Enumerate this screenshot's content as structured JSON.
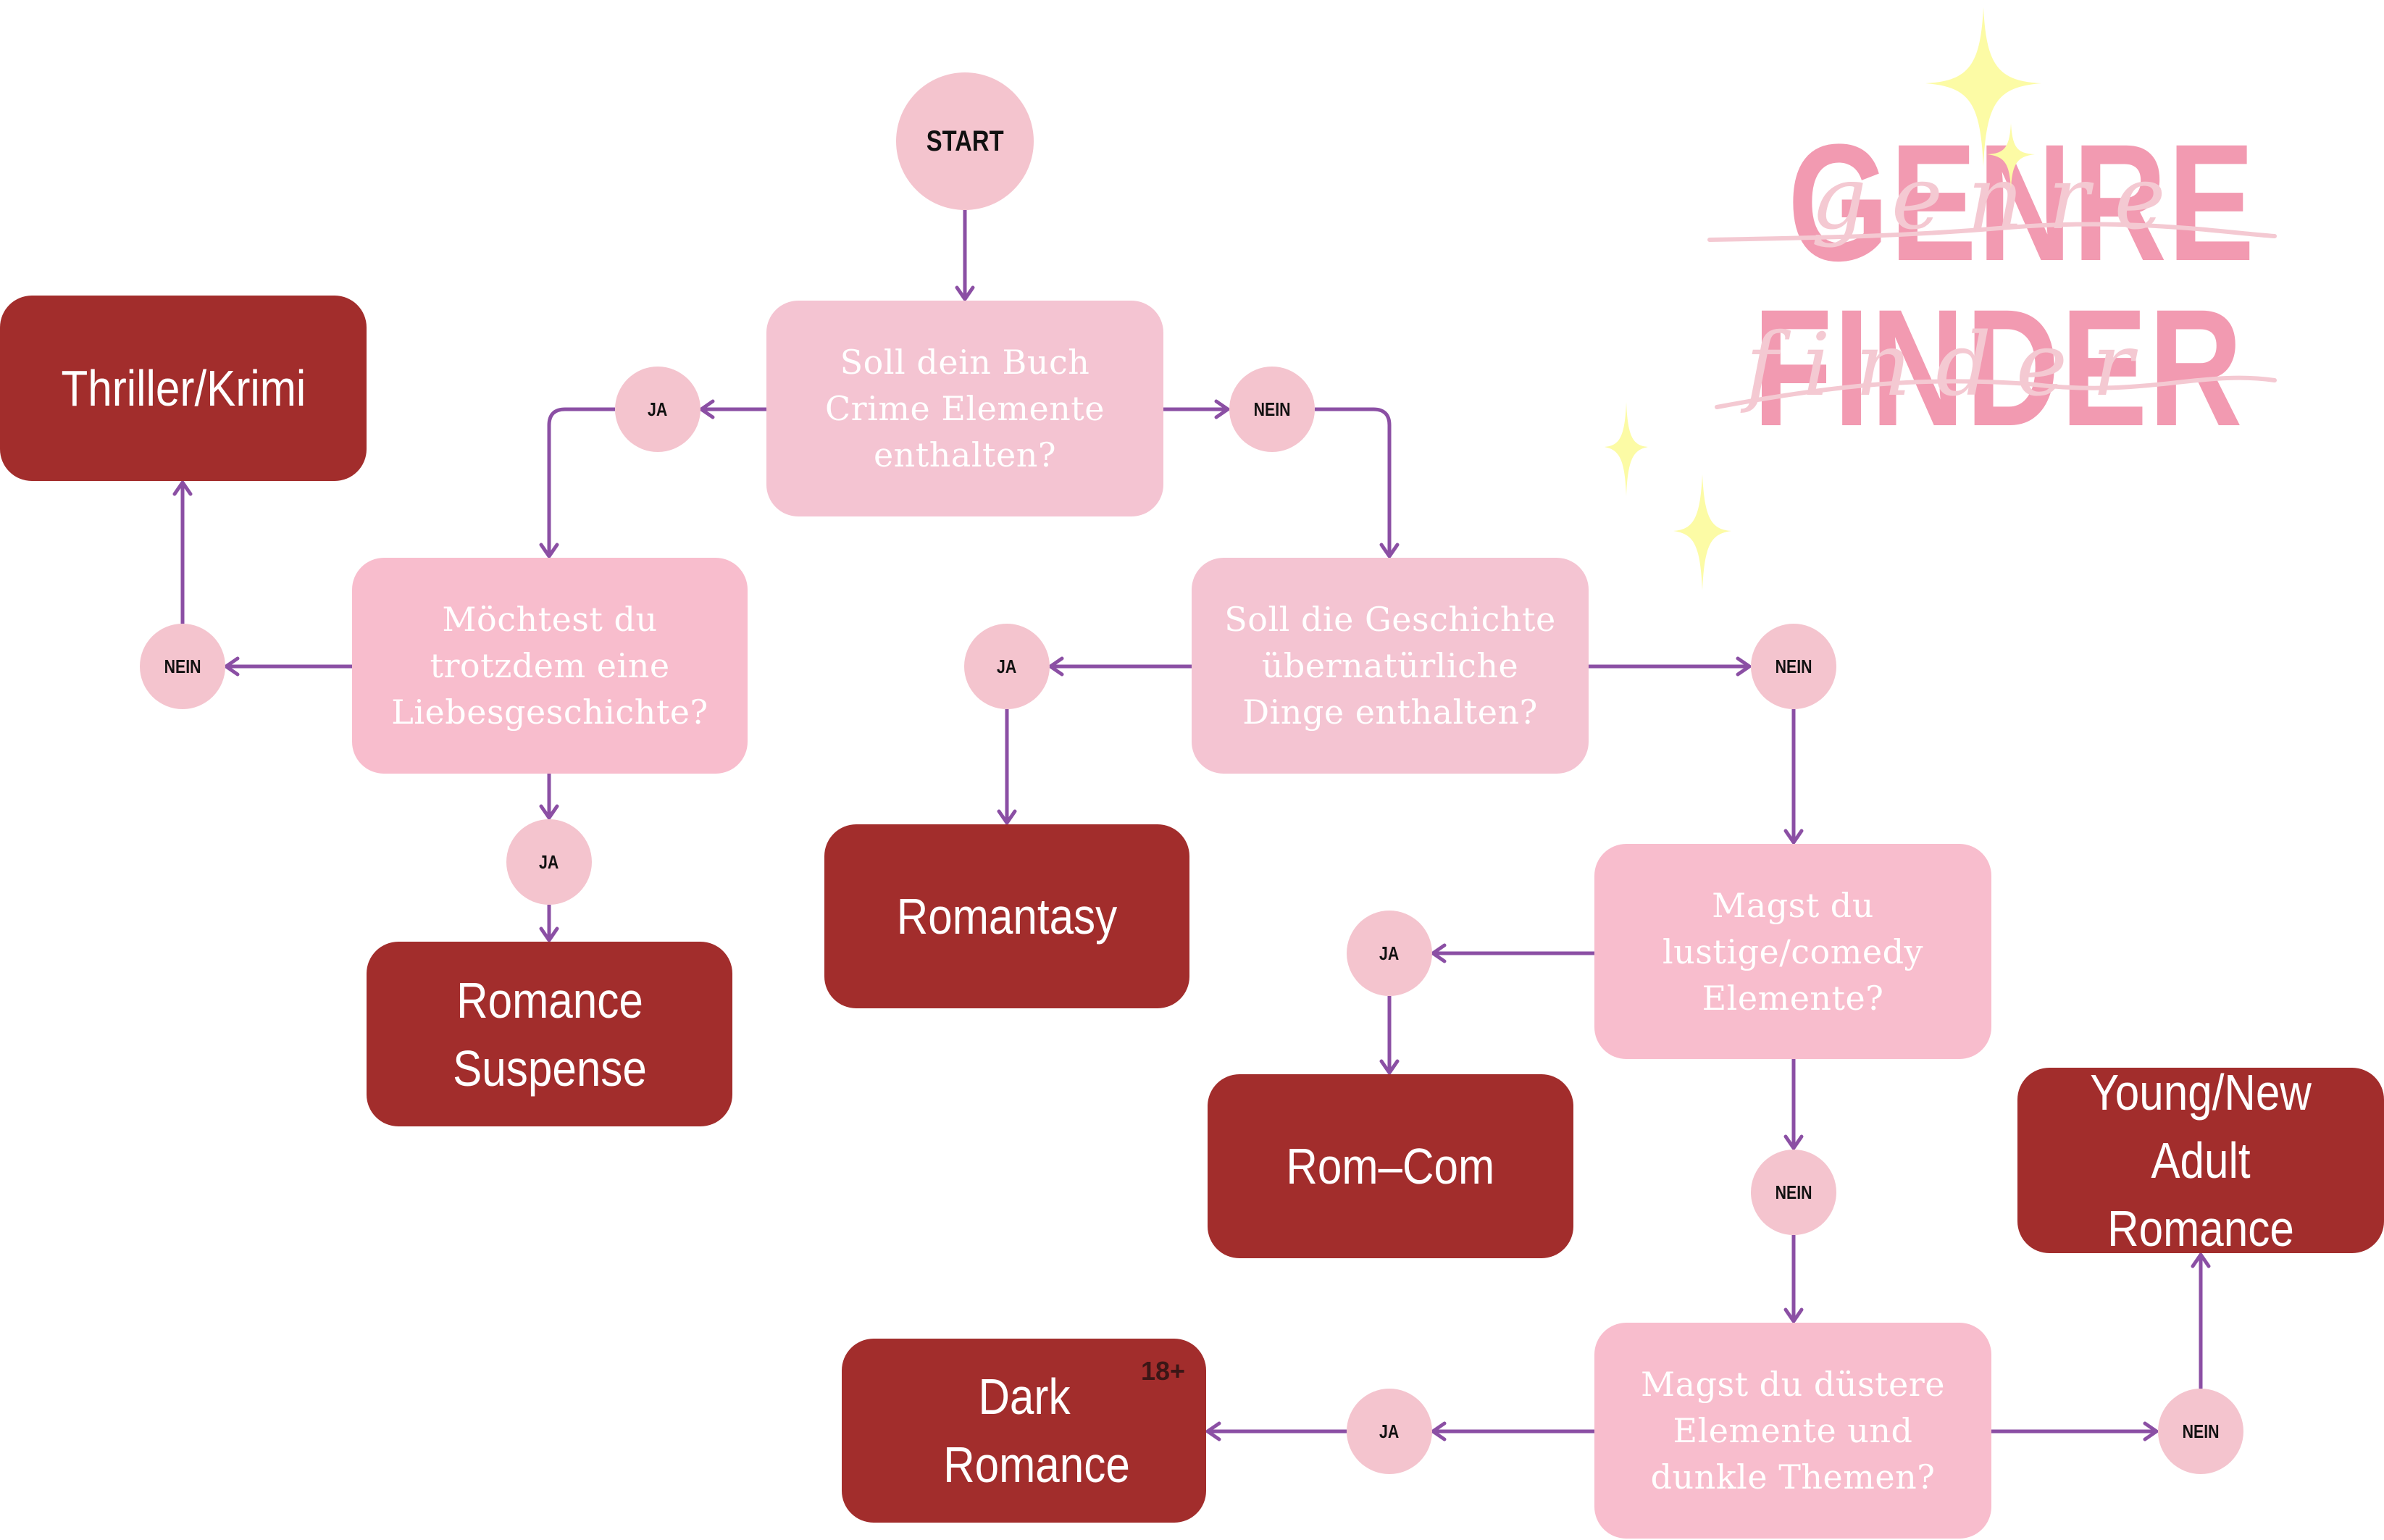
{
  "title": {
    "line1": "GENRE",
    "line2": "FINDER",
    "script1": "genre",
    "script2": "finder",
    "color": "#F29AB1",
    "script_color": "#F4C9D2",
    "sparkle_color": "#FCFBA5"
  },
  "colors": {
    "question_bg": "#F4C4D2",
    "result_bg": "#A22D2C",
    "connector_bg": "#F4C4CE",
    "arrow": "#8B4FA4"
  },
  "start": {
    "label": "START"
  },
  "questions": [
    {
      "id": "q1",
      "text": "Soll dein Buch Crime Elemente enthalten?"
    },
    {
      "id": "q2",
      "text": "Möchtest du trotzdem eine Liebesgeschichte?"
    },
    {
      "id": "q3",
      "text": "Soll die Geschichte übernatürliche Dinge enthalten?"
    },
    {
      "id": "q4",
      "text": "Magst du lustige/comedy Elemente?"
    },
    {
      "id": "q5",
      "text": "Magst du düstere Elemente und dunkle Themen?"
    }
  ],
  "answers": {
    "yes": "JA",
    "no": "NEIN"
  },
  "results": [
    {
      "id": "thriller",
      "text": "Thriller/Krimi"
    },
    {
      "id": "romance-suspense",
      "text": "Romance Suspense"
    },
    {
      "id": "romantasy",
      "text": "Romantasy"
    },
    {
      "id": "rom-com",
      "text": "Rom–Com"
    },
    {
      "id": "dark-romance",
      "text": "Dark Romance",
      "badge": "18+"
    },
    {
      "id": "young-new-adult",
      "text": "Young/New Adult Romance"
    }
  ]
}
